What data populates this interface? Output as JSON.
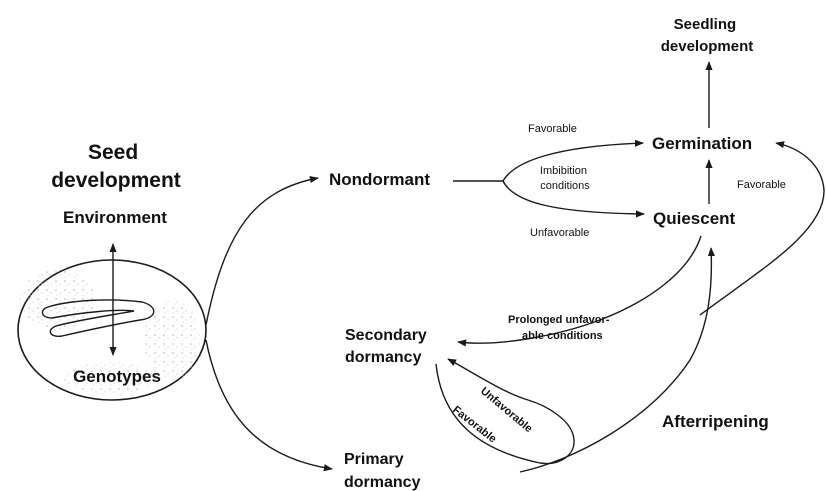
{
  "nodes": {
    "seed_development": [
      "Seed",
      "development"
    ],
    "environment": "Environment",
    "genotypes": "Genotypes",
    "nondormant": "Nondormant",
    "germination": "Germination",
    "quiescent": "Quiescent",
    "seedling_development": [
      "Seedling",
      "development"
    ],
    "secondary_dormancy": [
      "Secondary",
      "dormancy"
    ],
    "primary_dormancy": [
      "Primary",
      "dormancy"
    ],
    "afterripening": "Afterripening"
  },
  "edge_labels": {
    "favorable_top": "Favorable",
    "imbibition_conditions": [
      "Imbibition",
      "conditions"
    ],
    "unfavorable_bottom": "Unfavorable",
    "favorable_right": "Favorable",
    "prolonged_unfavorable": [
      "Prolonged unfavor-",
      "able conditions"
    ],
    "unfavorable_loop": "Unfavorable",
    "favorable_loop": "Favorable"
  },
  "colors": {
    "line": "#1a1a1a",
    "text": "#111111",
    "background": "#ffffff",
    "seed_speckle": "#b9b9b9"
  }
}
